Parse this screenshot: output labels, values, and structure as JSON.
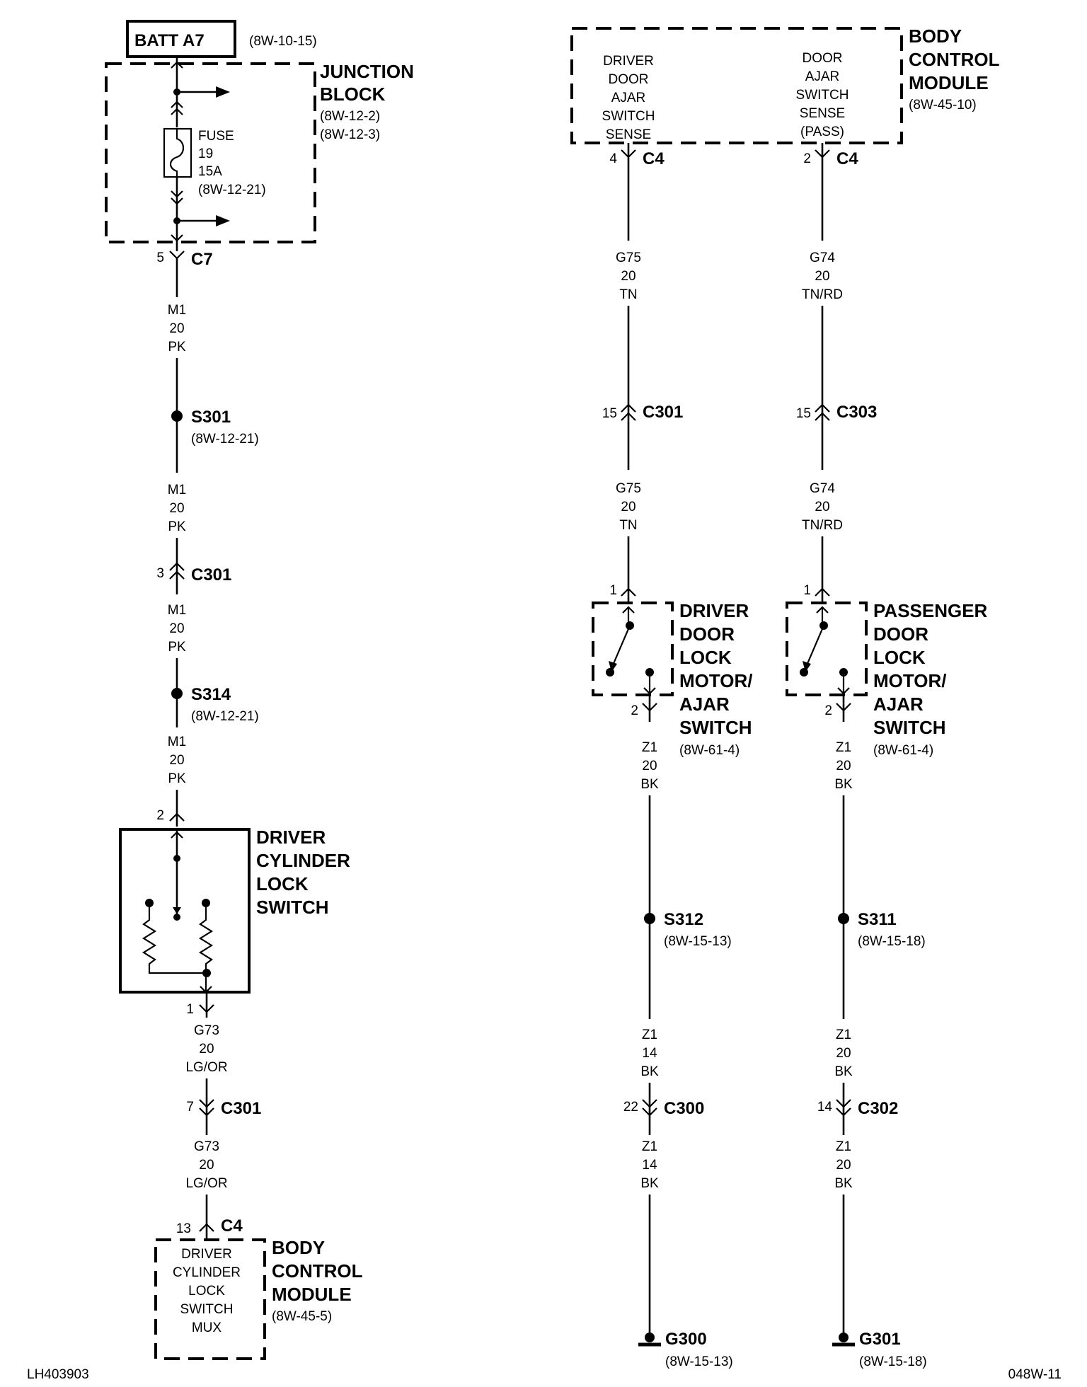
{
  "batt": {
    "label": "BATT A7",
    "ref": "(8W-10-15)"
  },
  "junction_block": {
    "title": [
      "JUNCTION",
      "BLOCK"
    ],
    "refs": [
      "(8W-12-2)",
      "(8W-12-3)"
    ],
    "fuse": [
      "FUSE",
      "19",
      "15A",
      "(8W-12-21)"
    ]
  },
  "left_circuit": {
    "c7": {
      "pin": "5",
      "name": "C7"
    },
    "wire_m1": [
      "M1",
      "20",
      "PK"
    ],
    "s301": {
      "name": "S301",
      "ref": "(8W-12-21)"
    },
    "c301_a": {
      "pin": "3",
      "name": "C301"
    },
    "s314": {
      "name": "S314",
      "ref": "(8W-12-21)"
    },
    "switch_pin2": "2",
    "switch_pin1": "1",
    "wire_g73": [
      "G73",
      "20",
      "LG/OR"
    ],
    "c301_b": {
      "pin": "7",
      "name": "C301"
    },
    "c4": {
      "pin": "13",
      "name": "C4"
    }
  },
  "driver_cylinder_switch": {
    "title": [
      "DRIVER",
      "CYLINDER",
      "LOCK",
      "SWITCH"
    ]
  },
  "bcm_bottom": {
    "title": [
      "BODY",
      "CONTROL",
      "MODULE"
    ],
    "ref": "(8W-45-5)",
    "inner": [
      "DRIVER",
      "CYLINDER",
      "LOCK",
      "SWITCH",
      "MUX"
    ]
  },
  "bcm_top": {
    "title": [
      "BODY",
      "CONTROL",
      "MODULE"
    ],
    "ref": "(8W-45-10)",
    "driver_inner": [
      "DRIVER",
      "DOOR",
      "AJAR",
      "SWITCH",
      "SENSE"
    ],
    "pass_inner": [
      "DOOR",
      "AJAR",
      "SWITCH",
      "SENSE",
      "(PASS)"
    ]
  },
  "driver_circuit": {
    "c4": {
      "pin": "4",
      "name": "C4"
    },
    "wire_g75": [
      "G75",
      "20",
      "TN"
    ],
    "c301": {
      "pin": "15",
      "name": "C301"
    },
    "switch_pin1": "1",
    "switch_pin2": "2",
    "wire_z1_20": [
      "Z1",
      "20",
      "BK"
    ],
    "s312": {
      "name": "S312",
      "ref": "(8W-15-13)"
    },
    "wire_z1_14": [
      "Z1",
      "14",
      "BK"
    ],
    "c300": {
      "pin": "22",
      "name": "C300"
    },
    "g300": {
      "name": "G300",
      "ref": "(8W-15-13)"
    }
  },
  "driver_motor": {
    "title": [
      "DRIVER",
      "DOOR",
      "LOCK",
      "MOTOR/",
      "AJAR",
      "SWITCH"
    ],
    "ref": "(8W-61-4)"
  },
  "pass_circuit": {
    "c4": {
      "pin": "2",
      "name": "C4"
    },
    "wire_g74": [
      "G74",
      "20",
      "TN/RD"
    ],
    "c303": {
      "pin": "15",
      "name": "C303"
    },
    "switch_pin1": "1",
    "switch_pin2": "2",
    "wire_z1_20": [
      "Z1",
      "20",
      "BK"
    ],
    "s311": {
      "name": "S311",
      "ref": "(8W-15-18)"
    },
    "c302": {
      "pin": "14",
      "name": "C302"
    },
    "g301": {
      "name": "G301",
      "ref": "(8W-15-18)"
    }
  },
  "pass_motor": {
    "title": [
      "PASSENGER",
      "DOOR",
      "LOCK",
      "MOTOR/",
      "AJAR",
      "SWITCH"
    ],
    "ref": "(8W-61-4)"
  },
  "footer": {
    "left": "LH403903",
    "right": "048W-11"
  }
}
